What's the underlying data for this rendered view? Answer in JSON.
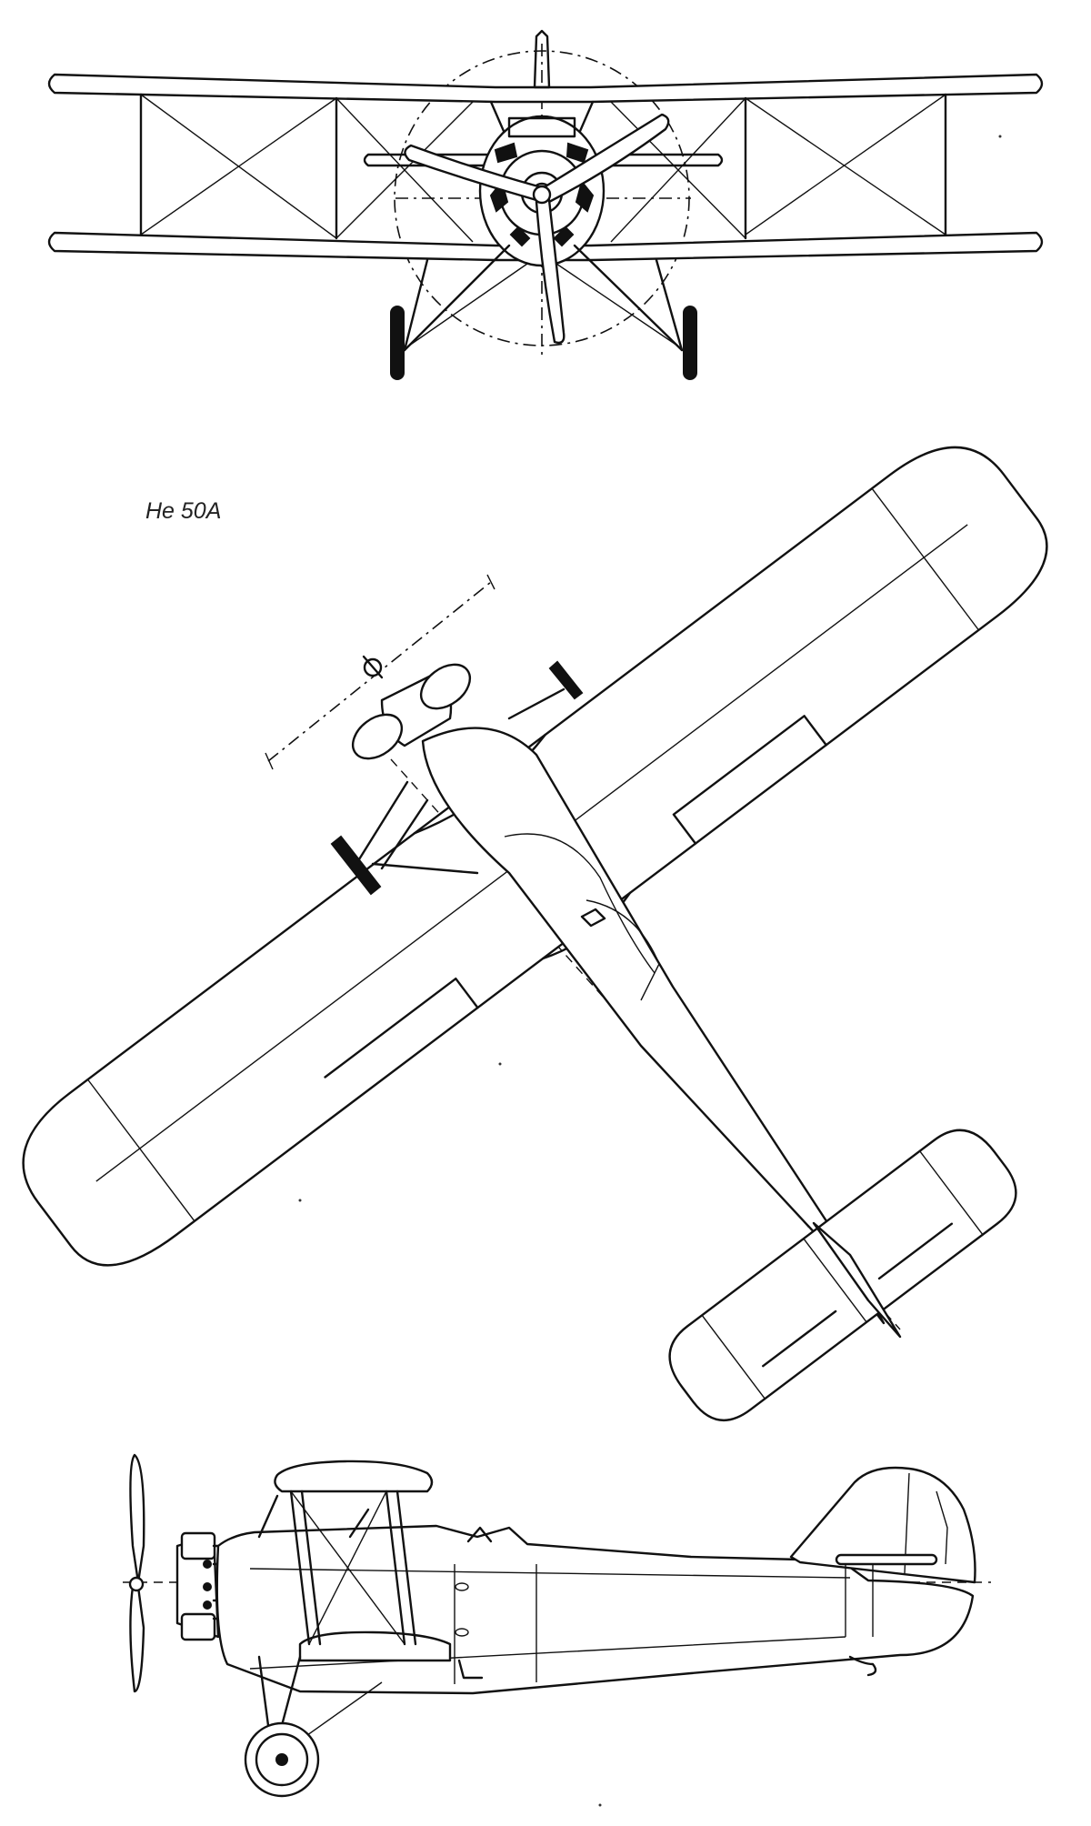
{
  "drawing": {
    "caption": "He 50A",
    "views": [
      "front-view",
      "plan-view",
      "side-view"
    ]
  }
}
